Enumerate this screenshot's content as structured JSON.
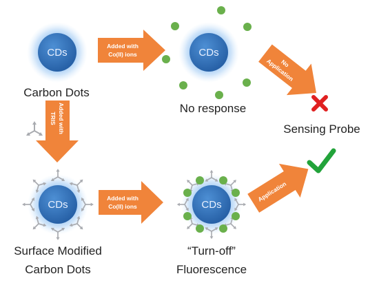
{
  "nodes": {
    "cd": "CDs",
    "carbon_dots": "Carbon Dots",
    "no_response": "No response",
    "sensing_probe": "Sensing Probe",
    "surface_modified_1": "Surface Modified",
    "surface_modified_2": "Carbon Dots",
    "turn_off_1": "“Turn-off”",
    "turn_off_2": "Fluorescence"
  },
  "arrows": {
    "top_1": "Added with",
    "top_2": "Co(II) ions",
    "down_1": "Added with",
    "down_2": "TRIS",
    "bottom_1": "Added with",
    "bottom_2": "Co(II) ions",
    "no_app_1": "No",
    "no_app_2": "Application",
    "app": "Application"
  },
  "icons": {
    "cross": "cross-icon",
    "check": "check-icon"
  },
  "colors": {
    "arrow": "#f0843a",
    "dot_core": "#2f6eb5",
    "glow": "#8fc0f0",
    "green_particle": "#6ab04c",
    "cross": "#e02020",
    "check": "#22a33a",
    "tris": "#a9abb0"
  }
}
